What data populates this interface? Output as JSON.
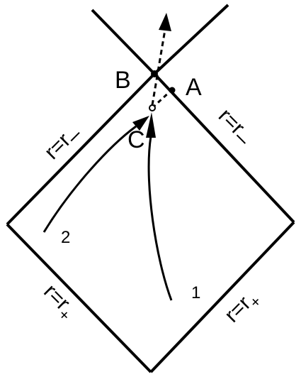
{
  "labels": {
    "point_b": "B",
    "point_a": "A",
    "point_c": "C",
    "horizon_inner_left": "r=r",
    "horizon_inner_left_sub": "–",
    "horizon_inner_right": "r=r",
    "horizon_inner_right_sub": "–",
    "horizon_outer_left": "r=r",
    "horizon_outer_left_sub": "+",
    "horizon_outer_right": "r=r",
    "horizon_outer_right_sub": "+",
    "path_1": "1",
    "path_2": "2"
  },
  "colors": {
    "ink": "#000000",
    "background": "#ffffff"
  }
}
